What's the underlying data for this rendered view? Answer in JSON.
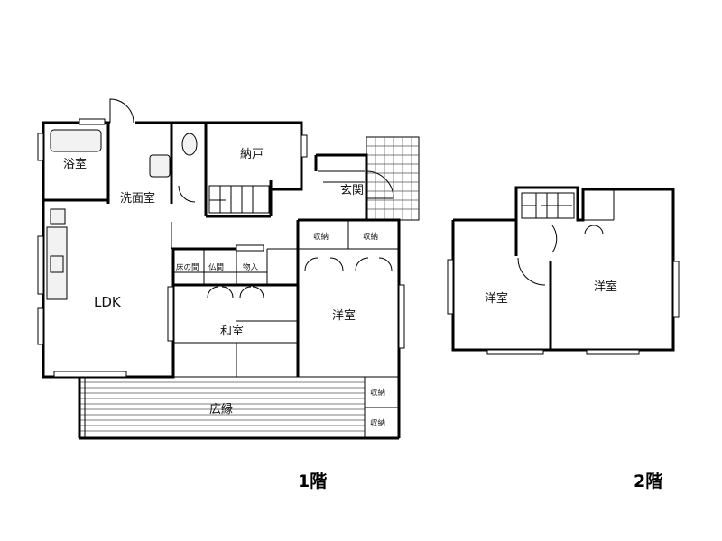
{
  "floor_labels": {
    "first": "1階",
    "second": "2階"
  },
  "rooms_1f": {
    "bath": "浴室",
    "washroom": "洗面室",
    "closet": "納戸",
    "entrance": "玄関",
    "ldk": "LDK",
    "japanese_room": "和室",
    "western_room": "洋室",
    "veranda": "広縁",
    "storage_1": "収納",
    "storage_2": "収納",
    "storage_3": "収納",
    "storage_4": "収納",
    "tokonoma": "床の間",
    "butsuma": "仏間",
    "mono_ire": "物入"
  },
  "rooms_2f": {
    "western_left": "洋室",
    "western_right": "洋室"
  }
}
